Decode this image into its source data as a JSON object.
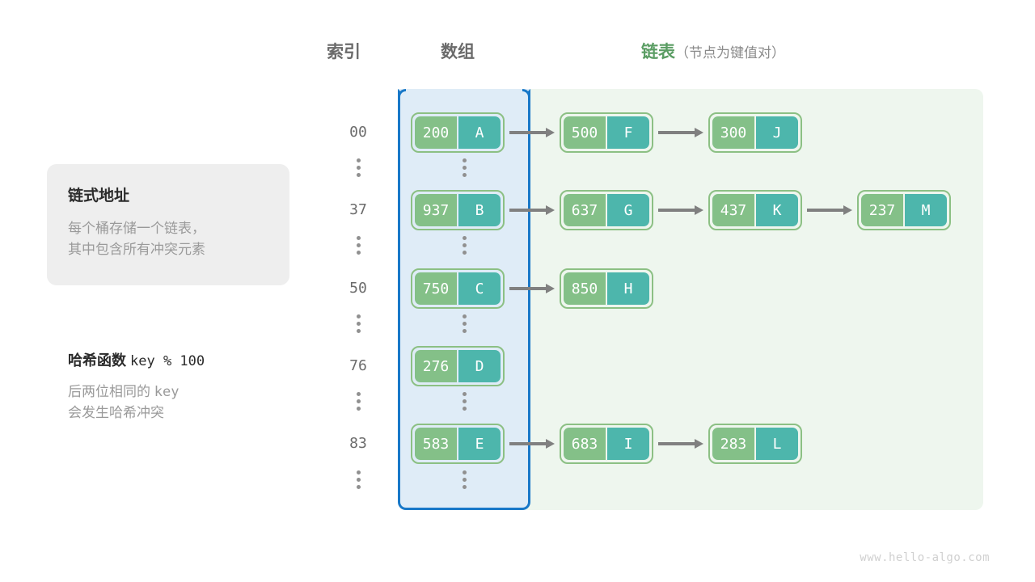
{
  "headers": {
    "index": "索引",
    "array": "数组",
    "list_main": "链表",
    "list_sub": "（节点为键值对）"
  },
  "info_card": {
    "title": "链式地址",
    "line1": "每个桶存储一个链表，",
    "line2": "其中包含所有冲突元素"
  },
  "hash_info": {
    "title_label": "哈希函数",
    "title_expr": "key % 100",
    "line1_a": "后两位相同的",
    "line1_b": "key",
    "line2": "会发生哈希冲突"
  },
  "colors": {
    "array_panel_bg": "#dfecf7",
    "array_panel_border": "#1878c8",
    "list_panel_bg": "#eef6ee",
    "key_box": "#84c088",
    "value_box": "#4db6ac",
    "node_border": "#8cc084",
    "arrow": "#808080",
    "header_green": "#5a9d63",
    "header_gray": "#6b6b6b"
  },
  "buckets": [
    {
      "index": "00",
      "nodes": [
        {
          "key": "200",
          "value": "A"
        },
        {
          "key": "500",
          "value": "F"
        },
        {
          "key": "300",
          "value": "J"
        }
      ]
    },
    {
      "index": "37",
      "nodes": [
        {
          "key": "937",
          "value": "B"
        },
        {
          "key": "637",
          "value": "G"
        },
        {
          "key": "437",
          "value": "K"
        },
        {
          "key": "237",
          "value": "M"
        }
      ]
    },
    {
      "index": "50",
      "nodes": [
        {
          "key": "750",
          "value": "C"
        },
        {
          "key": "850",
          "value": "H"
        }
      ]
    },
    {
      "index": "76",
      "nodes": [
        {
          "key": "276",
          "value": "D"
        }
      ]
    },
    {
      "index": "83",
      "nodes": [
        {
          "key": "583",
          "value": "E"
        },
        {
          "key": "683",
          "value": "I"
        },
        {
          "key": "283",
          "value": "L"
        }
      ]
    }
  ],
  "footer": {
    "watermark": "www.hello-algo.com"
  }
}
